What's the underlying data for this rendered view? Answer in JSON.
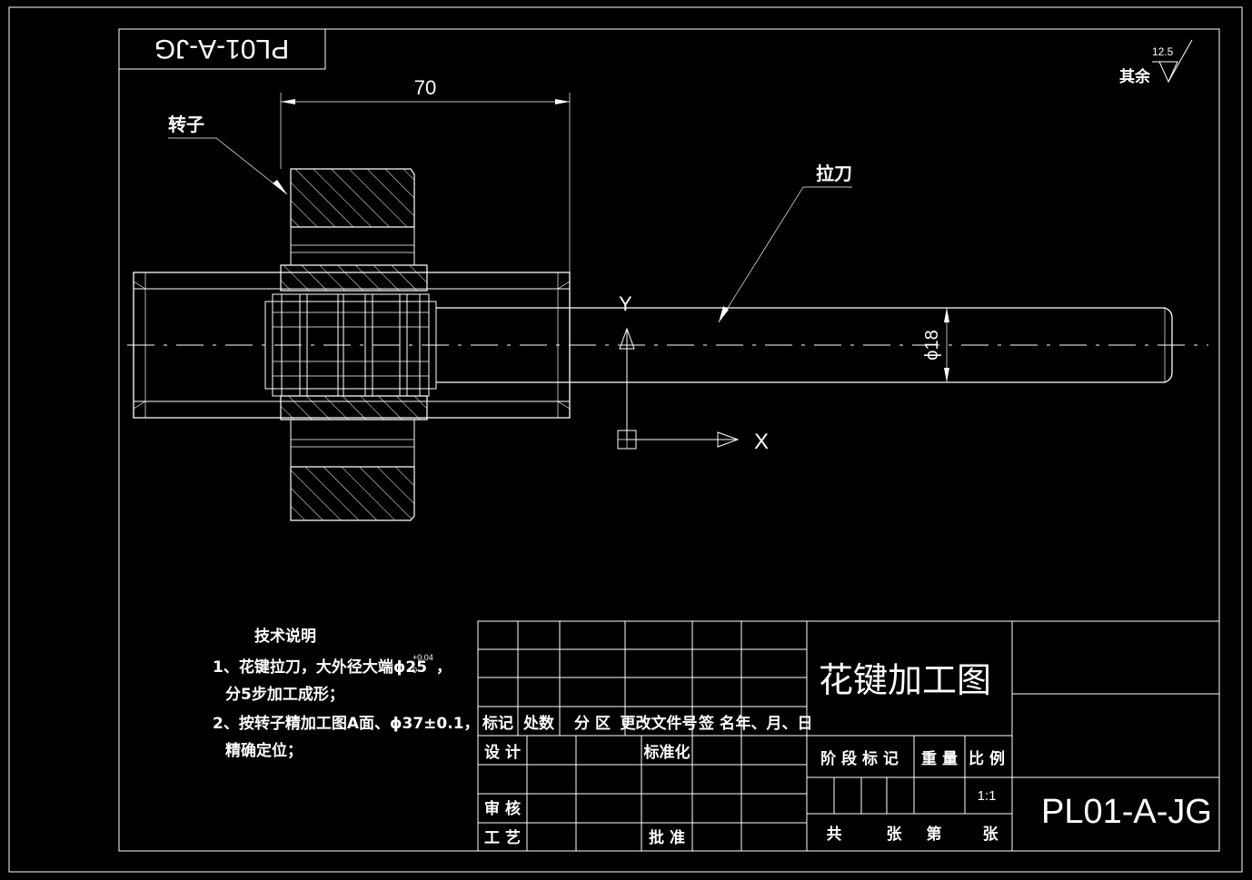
{
  "drawing": {
    "code_corner": "PL01-A-JG",
    "roughness_value": "12.5",
    "roughness_note": "其余",
    "dim_length": "70",
    "dim_diameter": "ϕ18",
    "label_rotor": "转子",
    "label_broach": "拉刀",
    "axis_y": "Y",
    "axis_x": "X"
  },
  "tech_notes": {
    "heading": "技术说明",
    "line1": "1、花键拉刀，大外径大端ϕ25",
    "tol_upper": "+0.04",
    "tol_lower": "0",
    "line1_end": "，",
    "line2": "分5步加工成形；",
    "line3": "2、按转子精加工图A面、ϕ37±0.1，",
    "line4": "精确定位；"
  },
  "title_block": {
    "title": "花键加工图",
    "code": "PL01-A-JG",
    "rev_headers": [
      "标记",
      "处数",
      "分 区",
      "更改文件号",
      "签 名",
      "年、月、日"
    ],
    "design": "设 计",
    "standardize": "标准化",
    "review": "审 核",
    "process": "工 艺",
    "approve": "批 准",
    "stage_mark": "阶 段 标 记",
    "weight": "重 量",
    "scale_label": "比 例",
    "scale_value": "1:1",
    "total": "共",
    "sheets": "张",
    "sheet_no": "第",
    "sheet_end": "张"
  }
}
